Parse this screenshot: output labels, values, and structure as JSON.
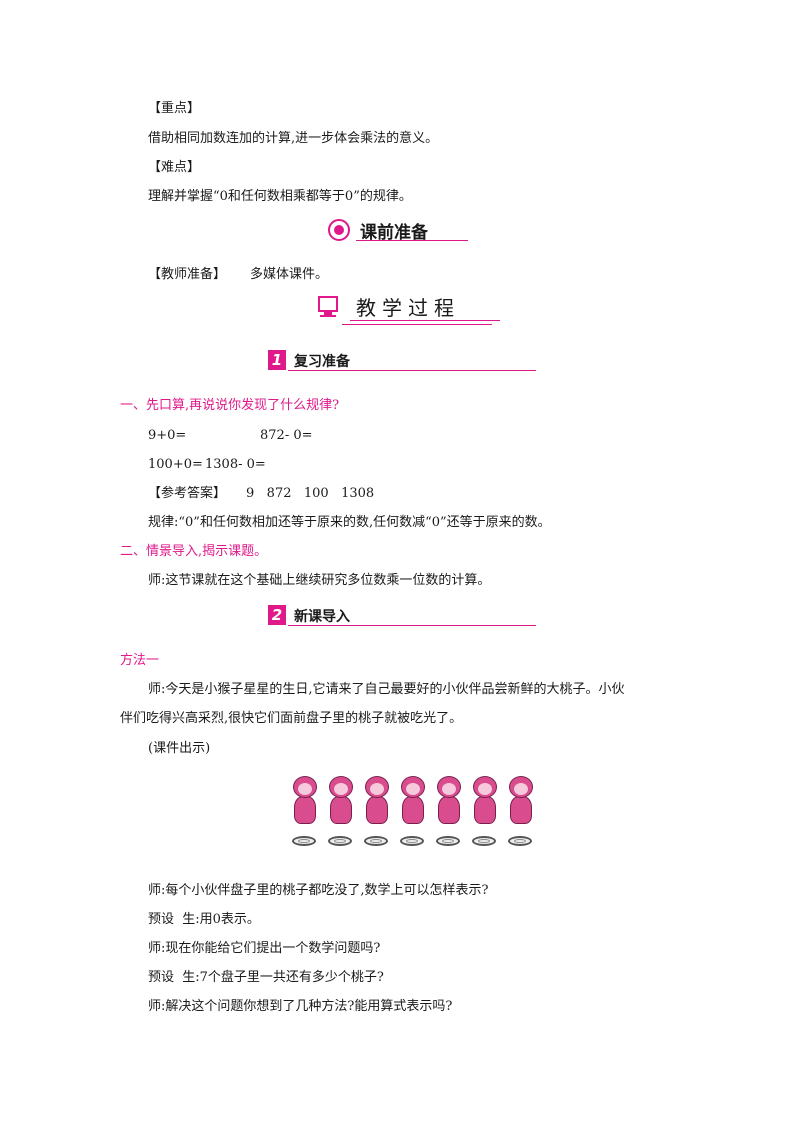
{
  "key_point": {
    "label": "【重点】",
    "text": "借助相同加数连加的计算,进一步体会乘法的意义。"
  },
  "difficult_point": {
    "label": "【难点】",
    "text": "理解并掌握“0和任何数相乘都等于0”的规律。"
  },
  "prep_section": {
    "title": "课前准备",
    "teacher_label": "【教师准备】",
    "teacher_text": "多媒体课件。"
  },
  "process_section": {
    "title": "教学过程"
  },
  "review": {
    "number": "1",
    "title": "复习准备",
    "q1": "一、先口算,再说说你发现了什么规律?",
    "expr1": "9+0=",
    "expr2": "872- 0=",
    "expr3": "100+0=",
    "expr4": "1308- 0=",
    "answer_label": "【参考答案】",
    "answers": "9   872   100   1308",
    "rule": "规律:“0”和任何数相加还等于原来的数,任何数减“0”还等于原来的数。",
    "q2": "二、情景导入,揭示课题。",
    "teacher_line": "师:这节课就在这个基础上继续研究多位数乘一位数的计算。"
  },
  "new_lesson": {
    "number": "2",
    "title": "新课导入",
    "method": "方法一",
    "para1_a": "师:今天是小猴子星星的生日,它请来了自己最要好的小伙伴品尝新鲜的大桃子。小伙",
    "para1_b": "伴们吃得兴高采烈,很快它们面前盘子里的桃子就被吃光了。",
    "courseware": "(课件出示)",
    "d1": "师:每个小伙伴盘子里的桃子都吃没了,数学上可以怎样表示?",
    "d2": "预设  生:用0表示。",
    "d3": "师:现在你能给它们提出一个数学问题吗?",
    "d4": "预设  生:7个盘子里一共还有多少个桃子?",
    "d5": "师:解决这个问题你想到了几种方法?能用算式表示吗?"
  },
  "colors": {
    "accent": "#e0198a",
    "monkey": "#d94d8e"
  }
}
